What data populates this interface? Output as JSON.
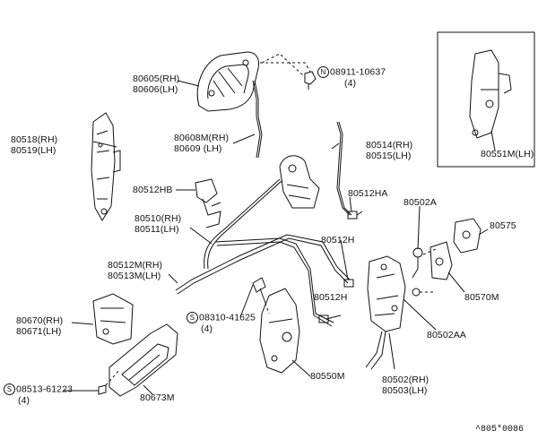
{
  "labels": {
    "p80605": "80605(RH)",
    "p80606": "80606(LH)",
    "p08911": "08911-10637",
    "p08911_qty": "(4)",
    "p80518": "80518(RH)",
    "p80519": "80519(LH)",
    "p80608m": "80608M(RH)",
    "p80609": "80609 (LH)",
    "p80514": "80514(RH)",
    "p80515": "80515(LH)",
    "p80512hb": "80512HB",
    "p80512ha": "80512HA",
    "p80502a": "80502A",
    "p80575": "80575",
    "p80510": "80510(RH)",
    "p80511": "80511(LH)",
    "p80512h_a": "80512H",
    "p80512m": "80512M(RH)",
    "p80513m": "80513M(LH)",
    "p80570m": "80570M",
    "p80512h_b": "80512H",
    "p08310": "08310-41625",
    "p08310_qty": "(4)",
    "p80502aa": "80502AA",
    "p80670": "80670(RH)",
    "p80671": "80671(LH)",
    "p80550m": "80550M",
    "p08513": "08513-61223",
    "p08513_qty": "(4)",
    "p80502": "80502(RH)",
    "p80503": "80503(LH)",
    "p80673m": "80673M",
    "p80551m": "80551M(LH)",
    "circle_letter": "N",
    "circle_letter_s": "S",
    "ref_code": "^805*0086"
  },
  "colors": {
    "line": "#111111",
    "background": "#ffffff"
  }
}
